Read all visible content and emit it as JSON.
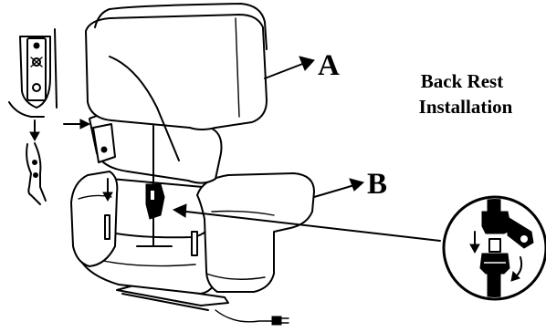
{
  "title": {
    "line1": "Back Rest",
    "line2": "Installation"
  },
  "labels": {
    "a": "A",
    "b": "B"
  },
  "colors": {
    "ink": "#000000",
    "paper": "#ffffff"
  }
}
